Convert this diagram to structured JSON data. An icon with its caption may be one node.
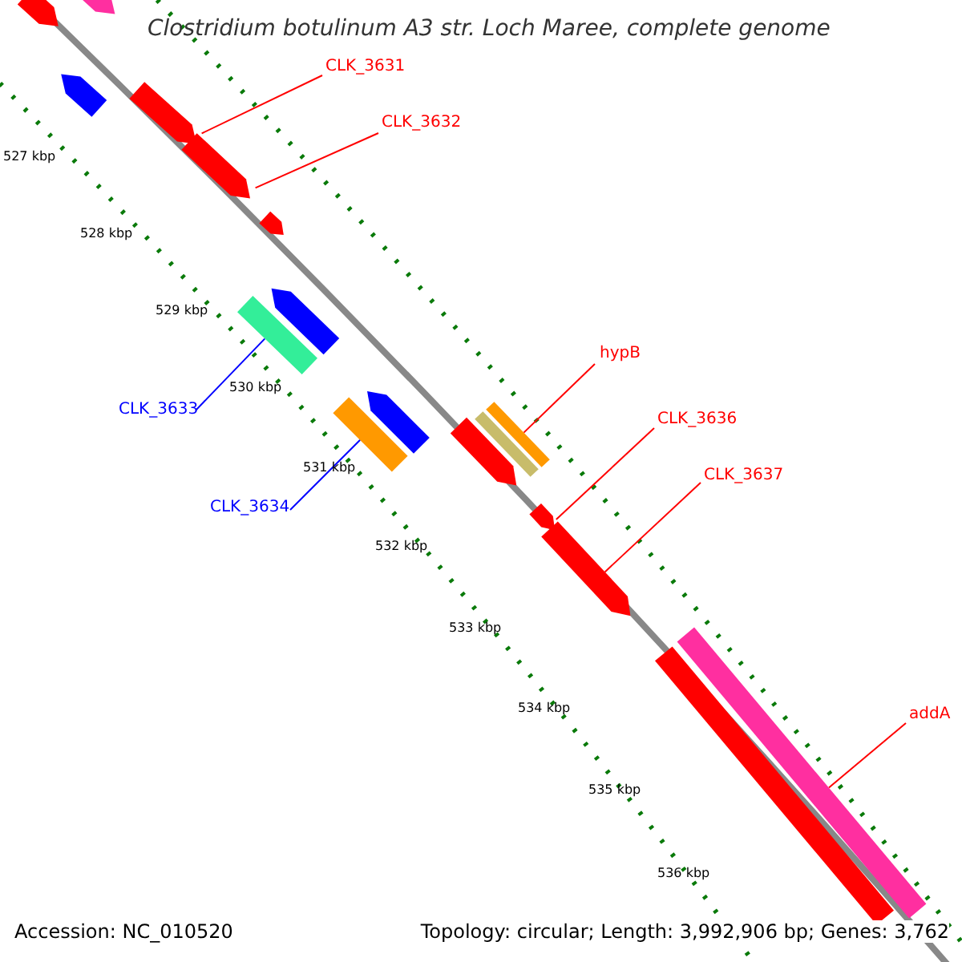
{
  "diagram": {
    "title": "Clostridium botulinum A3 str. Loch Maree, complete genome",
    "nodes": [
      {
        "text": [
          "CLK_3631"
        ]
      },
      {
        "text": [
          "CLK_3632"
        ]
      },
      {
        "text": [
          "hypB"
        ]
      },
      {
        "text": [
          "CLK_3633"
        ]
      },
      {
        "text": [
          "CLK_3636"
        ]
      },
      {
        "text": [
          "CLK_3637"
        ]
      },
      {
        "text": [
          "CLK_3634"
        ]
      },
      {
        "text": [
          "addA"
        ]
      },
      {
        "text": [],
        "shape": "arrow"
      },
      {
        "text": [],
        "shape": "arrow"
      },
      {
        "text": [],
        "shape": "arrow"
      },
      {
        "text": [],
        "shape": "arrow"
      },
      {
        "text": [],
        "shape": "arrow"
      },
      {
        "text": [],
        "shape": "arrow"
      },
      {
        "text": [],
        "shape": "arrow"
      },
      {
        "text": [],
        "shape": "bar"
      },
      {
        "text": [],
        "shape": "arrow"
      },
      {
        "text": [],
        "shape": "bar"
      },
      {
        "text": [],
        "shape": "bar"
      },
      {
        "text": [],
        "shape": "bar"
      },
      {
        "text": [],
        "shape": "arrow"
      },
      {
        "text": [],
        "shape": "arrow"
      },
      {
        "text": [],
        "shape": "arrow"
      },
      {
        "text": [],
        "shape": "bar"
      },
      {
        "text": [],
        "shape": "bar"
      }
    ],
    "edges": [
      {
        "from": 0,
        "to": 11,
        "arrow": "none"
      },
      {
        "from": 1,
        "to": 12,
        "arrow": "none"
      },
      {
        "from": 2,
        "to": 18,
        "arrow": "none"
      },
      {
        "from": 3,
        "to": 15,
        "arrow": "none",
        "color": "#0000ff"
      },
      {
        "from": 4,
        "to": 21,
        "arrow": "none"
      },
      {
        "from": 5,
        "to": 22,
        "arrow": "none"
      },
      {
        "from": 6,
        "to": 17,
        "arrow": "none",
        "color": "#0000ff"
      },
      {
        "from": 7,
        "to": 23,
        "arrow": "none"
      }
    ],
    "labels": [
      "527 kbp",
      "528 kbp",
      "529 kbp",
      "530 kbp",
      "531 kbp",
      "532 kbp",
      "533 kbp",
      "534 kbp",
      "535 kbp",
      "536 kbp",
      "Accession: NC_010520",
      "Topology: circular; Length: 3,992,906 bp; Genes: 3,762"
    ]
  }
}
